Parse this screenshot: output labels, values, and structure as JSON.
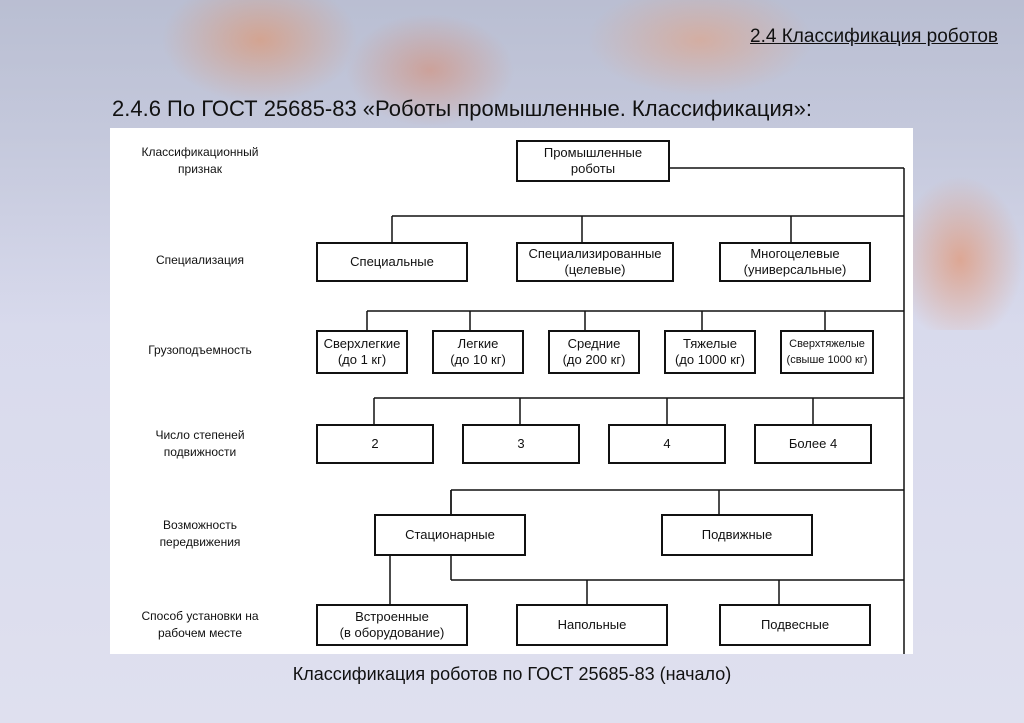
{
  "header": {
    "section_title": "2.4 Классификация роботов"
  },
  "subtitle": "2.4.6 По ГОСТ 25685-83 «Роботы промышленные. Классификация»:",
  "diagram": {
    "row_labels": [
      "Классификационный\nпризнак",
      "Специализация",
      "Грузоподъемность",
      "Число степеней\nподвижности",
      "Возможность\nпередвижения",
      "Способ установки на\nрабочем месте"
    ],
    "root": "Промышленные\nроботы",
    "specialization": [
      "Специальные",
      "Специализированные\n(целевые)",
      "Многоцелевые\n(универсальные)"
    ],
    "capacity": [
      "Сверхлегкие\n(до 1 кг)",
      "Легкие\n(до 10 кг)",
      "Средние\n(до 200 кг)",
      "Тяжелые\n(до 1000 кг)",
      "Сверхтяжелые\n(свыше 1000 кг)"
    ],
    "dof": [
      "2",
      "3",
      "4",
      "Более 4"
    ],
    "mobility": [
      "Стационарные",
      "Подвижные"
    ],
    "mounting": [
      "Встроенные\n(в оборудование)",
      "Напольные",
      "Подвесные"
    ]
  },
  "caption": "Классификация роботов по ГОСТ 25685-83 (начало)"
}
